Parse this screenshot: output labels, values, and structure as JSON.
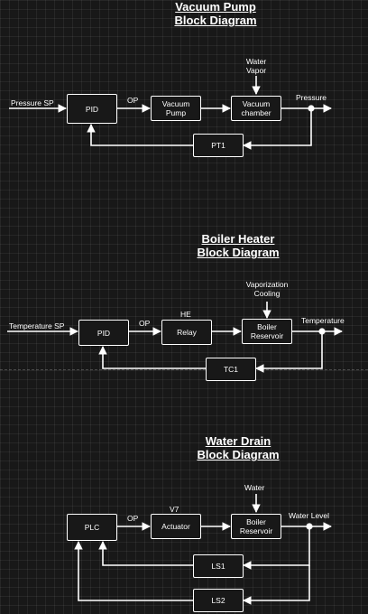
{
  "diagrams": {
    "vacuum": {
      "title_line1": "Vacuum Pump",
      "title_line2": "Block Diagram",
      "input_label": "Pressure SP",
      "controller": "PID",
      "op_label": "OP",
      "actuator_line1": "Vacuum",
      "actuator_line2": "Pump",
      "process_line1": "Vacuum",
      "process_line2": "chamber",
      "disturbance_line1": "Water",
      "disturbance_line2": "Vapor",
      "output_label": "Pressure",
      "sensor": "PT1"
    },
    "boiler": {
      "title_line1": "Boiler Heater",
      "title_line2": "Block Diagram",
      "input_label": "Temperature SP",
      "controller": "PID",
      "op_label": "OP",
      "actuator_tag": "HE",
      "actuator": "Relay",
      "process_line1": "Boiler",
      "process_line2": "Reservoir",
      "disturbance_line1": "Vaporization",
      "disturbance_line2": "Cooling",
      "output_label": "Temperature",
      "sensor": "TC1"
    },
    "drain": {
      "title_line1": "Water Drain",
      "title_line2": "Block Diagram",
      "controller": "PLC",
      "op_label": "OP",
      "actuator_tag": "V7",
      "actuator": "Actuator",
      "process_line1": "Boiler",
      "process_line2": "Reservoir",
      "disturbance": "Water",
      "output_label": "Water Level",
      "sensor1": "LS1",
      "sensor2": "LS2"
    }
  },
  "colors": {
    "background": "#181818",
    "line": "#ffffff"
  }
}
